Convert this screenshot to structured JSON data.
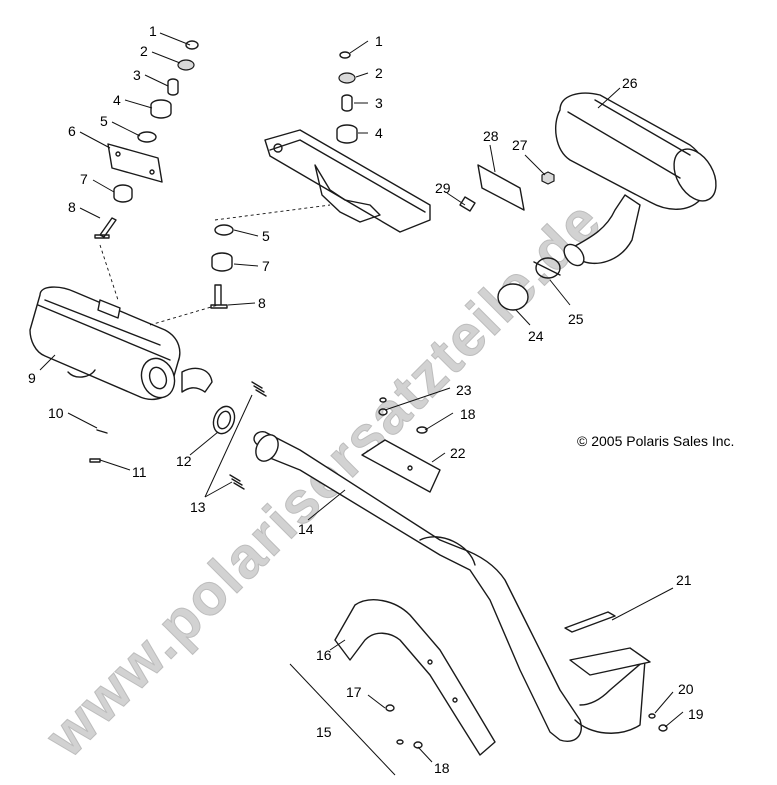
{
  "watermark": "www.polarisersatzteile.de",
  "copyright": "© 2005 Polaris Sales Inc.",
  "callouts": {
    "c1a": "1",
    "c2a": "2",
    "c3a": "3",
    "c4a": "4",
    "c5a": "5",
    "c6": "6",
    "c7a": "7",
    "c8a": "8",
    "c9": "9",
    "c1b": "1",
    "c2b": "2",
    "c3b": "3",
    "c4b": "4",
    "c5b": "5",
    "c7b": "7",
    "c8b": "8",
    "c10": "10",
    "c11": "11",
    "c12": "12",
    "c13": "13",
    "c14": "14",
    "c15": "15",
    "c16": "16",
    "c17": "17",
    "c18a": "18",
    "c18b": "18",
    "c19": "19",
    "c20": "20",
    "c21": "21",
    "c22": "22",
    "c23": "23",
    "c24": "24",
    "c25": "25",
    "c26": "26",
    "c27": "27",
    "c28": "28",
    "c29": "29"
  }
}
